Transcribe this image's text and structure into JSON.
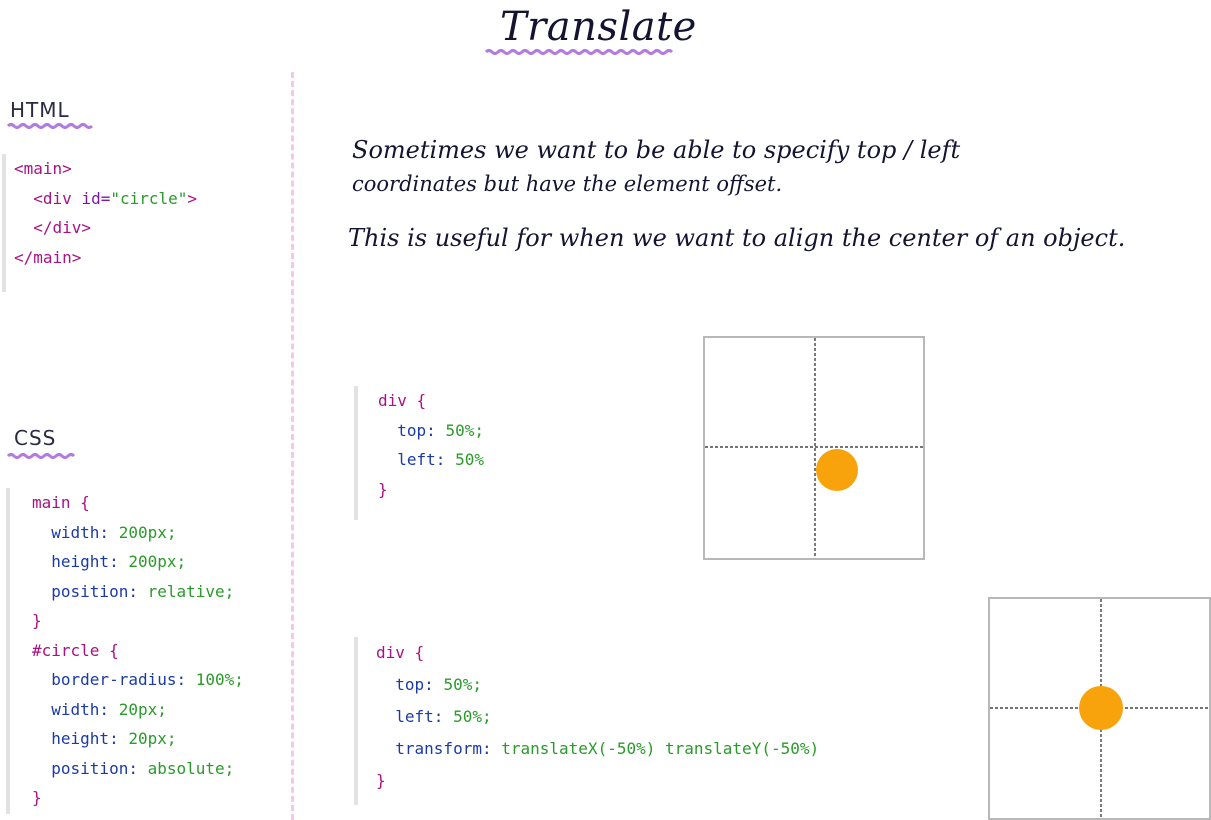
{
  "title": "Translate",
  "labels": {
    "html": "HTML",
    "css": "CSS"
  },
  "html_code": [
    {
      "indent": "",
      "parts": [
        {
          "t": "<main>",
          "c": "tag"
        }
      ]
    },
    {
      "indent": "  ",
      "parts": [
        {
          "t": "<div ",
          "c": "tag"
        },
        {
          "t": "id=",
          "c": "attr"
        },
        {
          "t": "\"circle\"",
          "c": "str"
        },
        {
          "t": ">",
          "c": "tag"
        }
      ]
    },
    {
      "indent": "  ",
      "parts": [
        {
          "t": "</div>",
          "c": "tag"
        }
      ]
    },
    {
      "indent": "",
      "parts": [
        {
          "t": "</main>",
          "c": "tag"
        }
      ]
    }
  ],
  "css_code": [
    {
      "indent": "",
      "parts": [
        {
          "t": "main {",
          "c": "sel"
        }
      ]
    },
    {
      "indent": "  ",
      "parts": [
        {
          "t": "width: ",
          "c": "prop"
        },
        {
          "t": "200px;",
          "c": "val"
        }
      ]
    },
    {
      "indent": "  ",
      "parts": [
        {
          "t": "height: ",
          "c": "prop"
        },
        {
          "t": "200px;",
          "c": "val"
        }
      ]
    },
    {
      "indent": "  ",
      "parts": [
        {
          "t": "position: ",
          "c": "prop"
        },
        {
          "t": "relative;",
          "c": "val"
        }
      ]
    },
    {
      "indent": "",
      "parts": [
        {
          "t": "}",
          "c": "punc"
        }
      ]
    },
    {
      "indent": "",
      "parts": [
        {
          "t": "#circle {",
          "c": "sel"
        }
      ]
    },
    {
      "indent": "  ",
      "parts": [
        {
          "t": "border-radius: ",
          "c": "prop"
        },
        {
          "t": "100%;",
          "c": "val"
        }
      ]
    },
    {
      "indent": "  ",
      "parts": [
        {
          "t": "width: ",
          "c": "prop"
        },
        {
          "t": "20px;",
          "c": "val"
        }
      ]
    },
    {
      "indent": "  ",
      "parts": [
        {
          "t": "height: ",
          "c": "prop"
        },
        {
          "t": "20px;",
          "c": "val"
        }
      ]
    },
    {
      "indent": "  ",
      "parts": [
        {
          "t": "position: ",
          "c": "prop"
        },
        {
          "t": "absolute;",
          "c": "val"
        }
      ]
    },
    {
      "indent": "",
      "parts": [
        {
          "t": "}",
          "c": "punc"
        }
      ]
    }
  ],
  "notes": [
    "Sometimes we want to be able to specify  top / left",
    "coordinates but have the element offset.",
    "This is useful for when we want to align the center of an object."
  ],
  "example1_code": [
    {
      "indent": "",
      "parts": [
        {
          "t": "div {",
          "c": "sel"
        }
      ]
    },
    {
      "indent": "  ",
      "parts": [
        {
          "t": "top: ",
          "c": "prop"
        },
        {
          "t": "50%;",
          "c": "val"
        }
      ]
    },
    {
      "indent": "  ",
      "parts": [
        {
          "t": "left: ",
          "c": "prop"
        },
        {
          "t": "50%",
          "c": "val"
        }
      ]
    },
    {
      "indent": "",
      "parts": [
        {
          "t": "}",
          "c": "punc"
        }
      ]
    }
  ],
  "example2_code": [
    {
      "indent": "",
      "parts": [
        {
          "t": "div {",
          "c": "sel"
        }
      ]
    },
    {
      "indent": "  ",
      "parts": [
        {
          "t": "top: ",
          "c": "prop"
        },
        {
          "t": "50%;",
          "c": "val"
        }
      ]
    },
    {
      "indent": "  ",
      "parts": [
        {
          "t": "left: ",
          "c": "prop"
        },
        {
          "t": "50%;",
          "c": "val"
        }
      ]
    },
    {
      "indent": "  ",
      "parts": [
        {
          "t": "transform: ",
          "c": "prop"
        },
        {
          "t": "translateX(-50%) translateY(-50%)",
          "c": "val"
        }
      ]
    },
    {
      "indent": "",
      "parts": [
        {
          "t": "}",
          "c": "punc"
        }
      ]
    }
  ],
  "colors": {
    "circle": "#f8a20c",
    "wave": "#b27be0",
    "separator": "#f7c6ef"
  }
}
